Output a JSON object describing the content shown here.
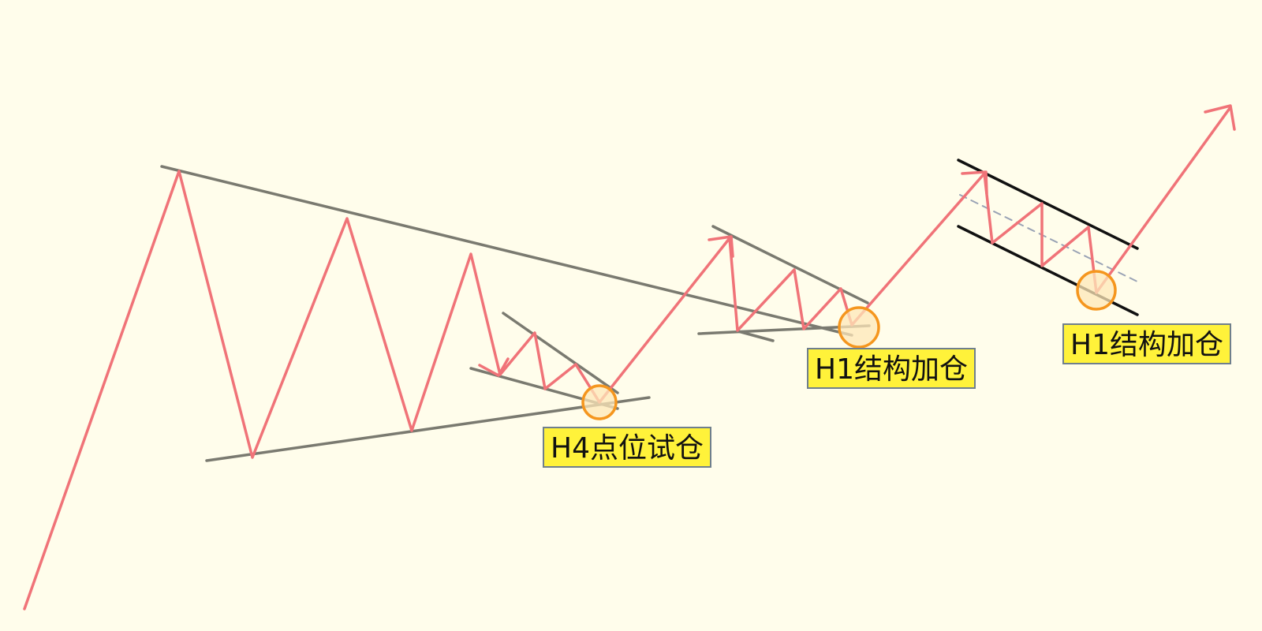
{
  "annotations": [
    {
      "id": "h4-trial",
      "text": "H4点位试仓"
    },
    {
      "id": "h1-add-1",
      "text": "H1结构加仓"
    },
    {
      "id": "h1-add-2",
      "text": "H1结构加仓"
    }
  ],
  "colors": {
    "background": "#fffdeb",
    "price_path": "#f07378",
    "trendline": "#7a7a70",
    "channel": "#111111",
    "marker_stroke": "#f5961e",
    "marker_fill": "#fde7b8",
    "label_fill": "#fff23a",
    "label_border": "#6f7f8c"
  }
}
